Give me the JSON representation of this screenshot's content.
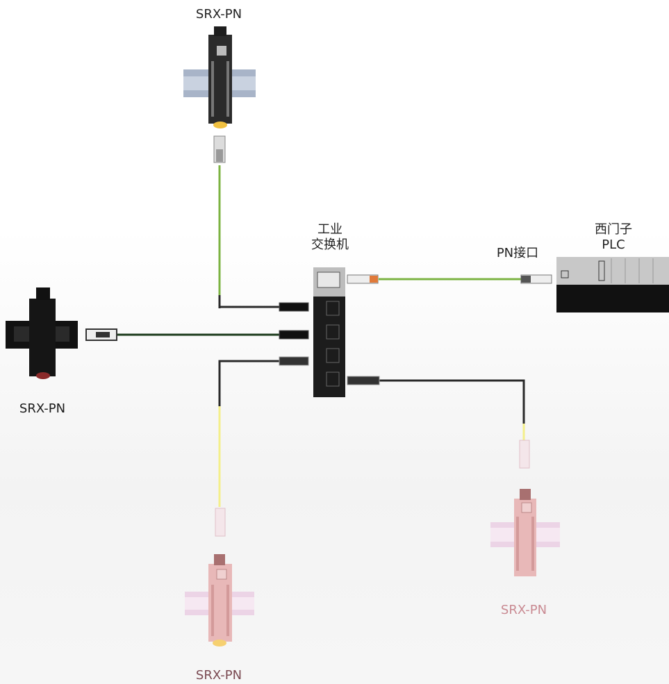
{
  "labels": {
    "device_top": "SRX-PN",
    "device_left": "SRX-PN",
    "device_bottom": "SRX-PN",
    "device_right": "SRX-PN",
    "switch_line1": "工业",
    "switch_line2": "交换机",
    "pn_port": "PN接口",
    "plc_line1": "西门子",
    "plc_line2": "PLC"
  },
  "colors": {
    "cable_green": "#7cb342",
    "cable_dark": "#2a2a2a",
    "cable_yellow": "#f4ef8a",
    "cable_left": "#1a3a1a",
    "device_dark": "#2b2b2b",
    "device_pink": "#e8b8b8",
    "din_rail": "#a8b4c8",
    "din_rail_pink": "#ecd4e6",
    "text_pink": "#c98a92"
  },
  "icons": [
    "io-module-icon",
    "din-rail-icon",
    "rj45-connector-icon",
    "switch-icon",
    "plc-icon"
  ]
}
